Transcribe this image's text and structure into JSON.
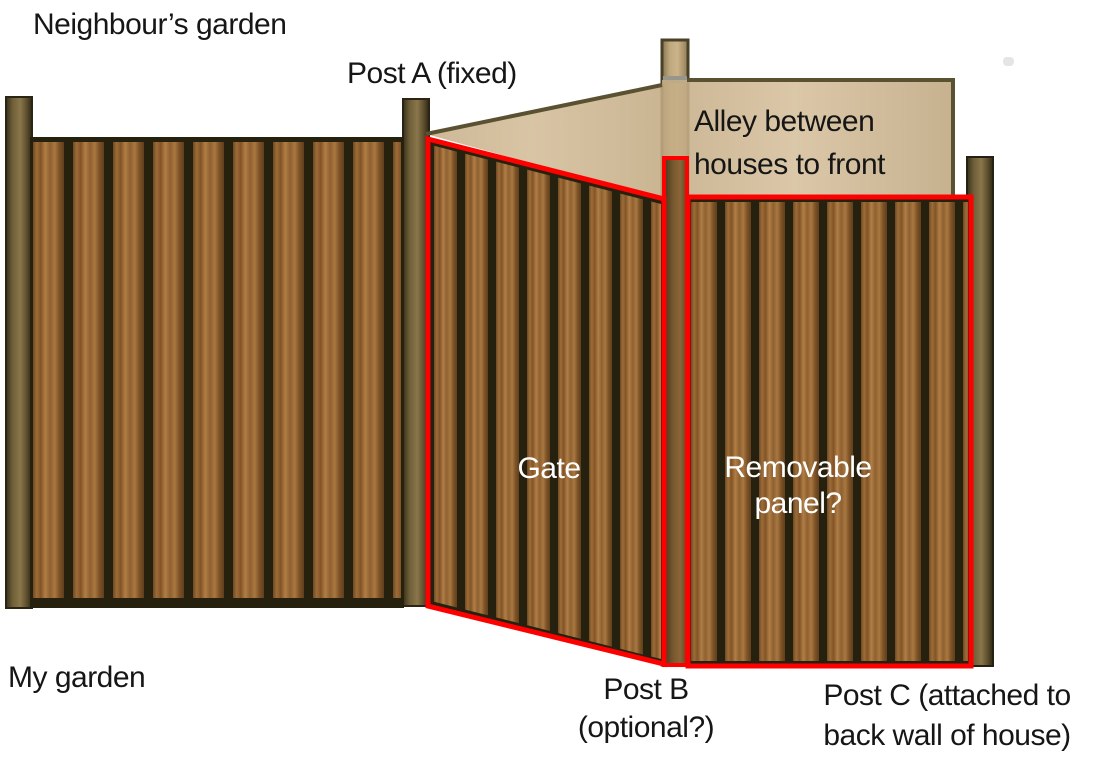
{
  "labels": {
    "neighbours_garden": "Neighbour’s garden",
    "post_a": "Post A (fixed)",
    "alley": {
      "lines": [
        "Alley between",
        "houses to front"
      ]
    },
    "gate": "Gate",
    "removable_panel": {
      "lines": [
        "Removable",
        "panel?"
      ]
    },
    "my_garden": "My garden",
    "post_b": {
      "lines": [
        "Post B",
        "(optional?)"
      ]
    },
    "post_c": {
      "lines": [
        "Post C (attached to",
        "back wall of house)"
      ]
    }
  },
  "colors": {
    "background": "#ffffff",
    "label_text": "#161616",
    "panel_label_text": "#ffffff",
    "highlight_red": "#fe0000",
    "alley_fill": "#c9b18d",
    "alley_border": "#5a5132",
    "wood_slat_mid": "#9a6b38",
    "wood_gap_dark": "#23200f",
    "post_dark_wood": "#6b5a35",
    "post_b_tan": "#c2aa80"
  }
}
